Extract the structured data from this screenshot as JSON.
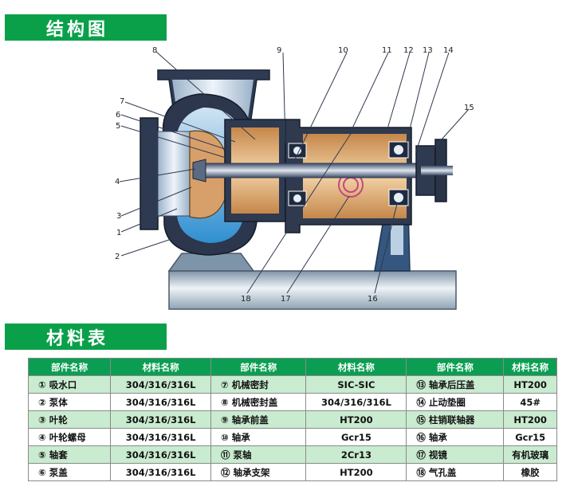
{
  "section1": {
    "title": "结构图"
  },
  "section2": {
    "title": "材料表"
  },
  "diagram": {
    "callouts": [
      "1",
      "2",
      "3",
      "4",
      "5",
      "6",
      "7",
      "8",
      "9",
      "10",
      "11",
      "12",
      "13",
      "14",
      "15",
      "16",
      "17",
      "18"
    ]
  },
  "table": {
    "headers": [
      "部件名称",
      "材料名称",
      "部件名称",
      "材料名称",
      "部件名称",
      "材料名称"
    ],
    "rows": [
      [
        "① 吸水口",
        "304/316/316L",
        "⑦ 机械密封",
        "SIC-SIC",
        "⑬ 轴承后压盖",
        "HT200"
      ],
      [
        "② 泵体",
        "304/316/316L",
        "⑧ 机械密封盖",
        "304/316/316L",
        "⑭ 止动垫圈",
        "45#"
      ],
      [
        "③ 叶轮",
        "304/316/316L",
        "⑨ 轴承前盖",
        "HT200",
        "⑮ 柱销联轴器",
        "HT200"
      ],
      [
        "④ 叶轮螺母",
        "304/316/316L",
        "⑩ 轴承",
        "Gcr15",
        "⑯ 轴承",
        "Gcr15"
      ],
      [
        "⑤ 轴套",
        "304/316/316L",
        "⑪ 泵轴",
        "2Cr13",
        "⑰ 视镜",
        "有机玻璃"
      ],
      [
        "⑥ 泵盖",
        "304/316/316L",
        "⑫ 轴承支架",
        "HT200",
        "⑱ 气孔盖",
        "橡胶"
      ]
    ]
  },
  "colors": {
    "banner_green": "#0aa04a",
    "header_green": "#0b9e52",
    "row_green": "#c9ebcf"
  }
}
